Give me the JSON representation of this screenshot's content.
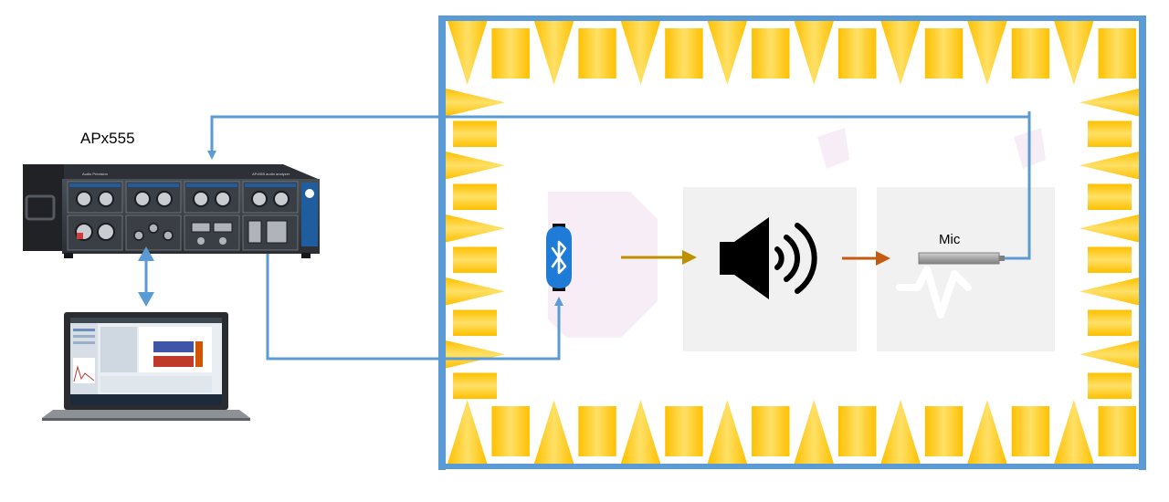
{
  "device": {
    "name": "APx555",
    "brand_text": "Audio Precision",
    "model_text": "APx555 audio analyzer"
  },
  "chamber": {
    "frame_color": "#5B9BD5",
    "absorber_color": "#FFC000",
    "absorber_highlight": "#FFE066"
  },
  "dut": {
    "icon": "bluetooth-icon",
    "color": "#1E7BD8"
  },
  "speaker": {
    "icon": "speaker-icon"
  },
  "mic": {
    "label": "Mic"
  },
  "signal_arrows": {
    "bluetooth_to_speaker_color": "#BF9000",
    "speaker_to_mic_color": "#C55A11"
  },
  "cable_color": "#5B9BD5",
  "laptop": {
    "icon": "laptop-icon"
  }
}
